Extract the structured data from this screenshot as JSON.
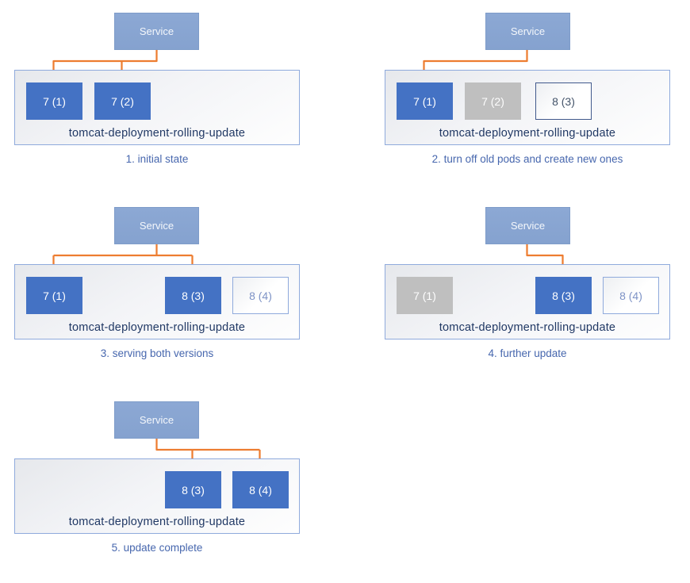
{
  "colors": {
    "service_fill": "#86A3CF",
    "pod_running": "#4472C4",
    "pod_terminated": "#BFBFBF",
    "pod_new_border": "#41598C",
    "pod_pending_border": "#8FAADC",
    "arrow": "#ED7D31",
    "deployment_border": "#8FAADC",
    "deployment_label_color": "#203864",
    "caption_color": "#4767AE"
  },
  "panels": [
    {
      "caption": "1. initial state",
      "service": "Service",
      "deployment": "tomcat-deployment-rolling-update",
      "traffic_to": [
        "7 (1)",
        "7 (2)"
      ],
      "pods": [
        {
          "label": "7 (1)",
          "state": "running",
          "receives_traffic": true
        },
        {
          "label": "7 (2)",
          "state": "running",
          "receives_traffic": true
        }
      ]
    },
    {
      "caption": "2. turn off old pods and create new ones",
      "service": "Service",
      "deployment": "tomcat-deployment-rolling-update",
      "traffic_to": [
        "7 (1)"
      ],
      "pods": [
        {
          "label": "7 (1)",
          "state": "running",
          "receives_traffic": true
        },
        {
          "label": "7 (2)",
          "state": "terminated",
          "receives_traffic": false
        },
        {
          "label": "8 (3)",
          "state": "creating",
          "receives_traffic": false
        }
      ]
    },
    {
      "caption": "3. serving both versions",
      "service": "Service",
      "deployment": "tomcat-deployment-rolling-update",
      "traffic_to": [
        "7 (1)",
        "8 (3)"
      ],
      "pods": [
        {
          "label": "7 (1)",
          "state": "running",
          "receives_traffic": true
        },
        {
          "label": "8 (3)",
          "state": "running",
          "receives_traffic": true
        },
        {
          "label": "8 (4)",
          "state": "creating",
          "receives_traffic": false
        }
      ]
    },
    {
      "caption": "4. further update",
      "service": "Service",
      "deployment": "tomcat-deployment-rolling-update",
      "traffic_to": [
        "8 (3)"
      ],
      "pods": [
        {
          "label": "7 (1)",
          "state": "terminated",
          "receives_traffic": false
        },
        {
          "label": "8 (3)",
          "state": "running",
          "receives_traffic": true
        },
        {
          "label": "8 (4)",
          "state": "creating",
          "receives_traffic": false
        }
      ]
    },
    {
      "caption": "5. update complete",
      "service": "Service",
      "deployment": "tomcat-deployment-rolling-update",
      "traffic_to": [
        "8 (3)",
        "8 (4)"
      ],
      "pods": [
        {
          "label": "8 (3)",
          "state": "running",
          "receives_traffic": true
        },
        {
          "label": "8 (4)",
          "state": "running",
          "receives_traffic": true
        }
      ]
    }
  ]
}
